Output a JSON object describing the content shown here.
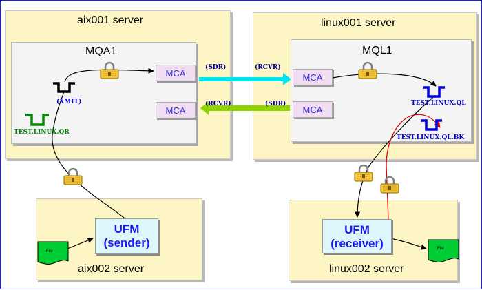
{
  "servers": {
    "aix001": "aix001 server",
    "linux001": "linux001 server",
    "aix002": "aix002 server",
    "linux002": "linux002 server"
  },
  "queue_managers": {
    "left": "MQA1",
    "right": "MQL1"
  },
  "channels": {
    "left_top_mca": "MCA",
    "left_bottom_mca": "MCA",
    "right_top_mca": "MCA",
    "right_bottom_mca": "MCA",
    "sdr_top": "(SDR)",
    "rcvr_top": "(RCVR)",
    "rcvr_bottom": "(RCVR)",
    "sdr_bottom": "(SDR)"
  },
  "queues": {
    "xmit": "(XMIT)",
    "test_linux_qr": "TEST.LINUX.QR",
    "test_linux_ql": "TEST.LINUX.QL",
    "test_linux_ql_bk": "TEST.LINUX.QL.BK"
  },
  "ufm": {
    "sender_line1": "UFM",
    "sender_line2": "(sender)",
    "receiver_line1": "UFM",
    "receiver_line2": "(receiver)"
  },
  "files": {
    "source_file": "File",
    "target_file": "File"
  },
  "colors": {
    "server_fill": "#fdf6c4",
    "qmgr_fill": "#f4f4f4",
    "mca_fill": "#f2dcf2",
    "ufm_fill": "#ddf6fb",
    "cyan_arrow": "#00e6f0",
    "green_arrow": "#8fd400",
    "red_line": "#e00000",
    "queue_black": "#000000",
    "queue_blue": "#0000d8",
    "queue_green": "#008a00",
    "file_green": "#00cc33"
  },
  "icons": {
    "lock": "padlock-icon",
    "queue": "queue-icon",
    "file": "file-icon"
  }
}
